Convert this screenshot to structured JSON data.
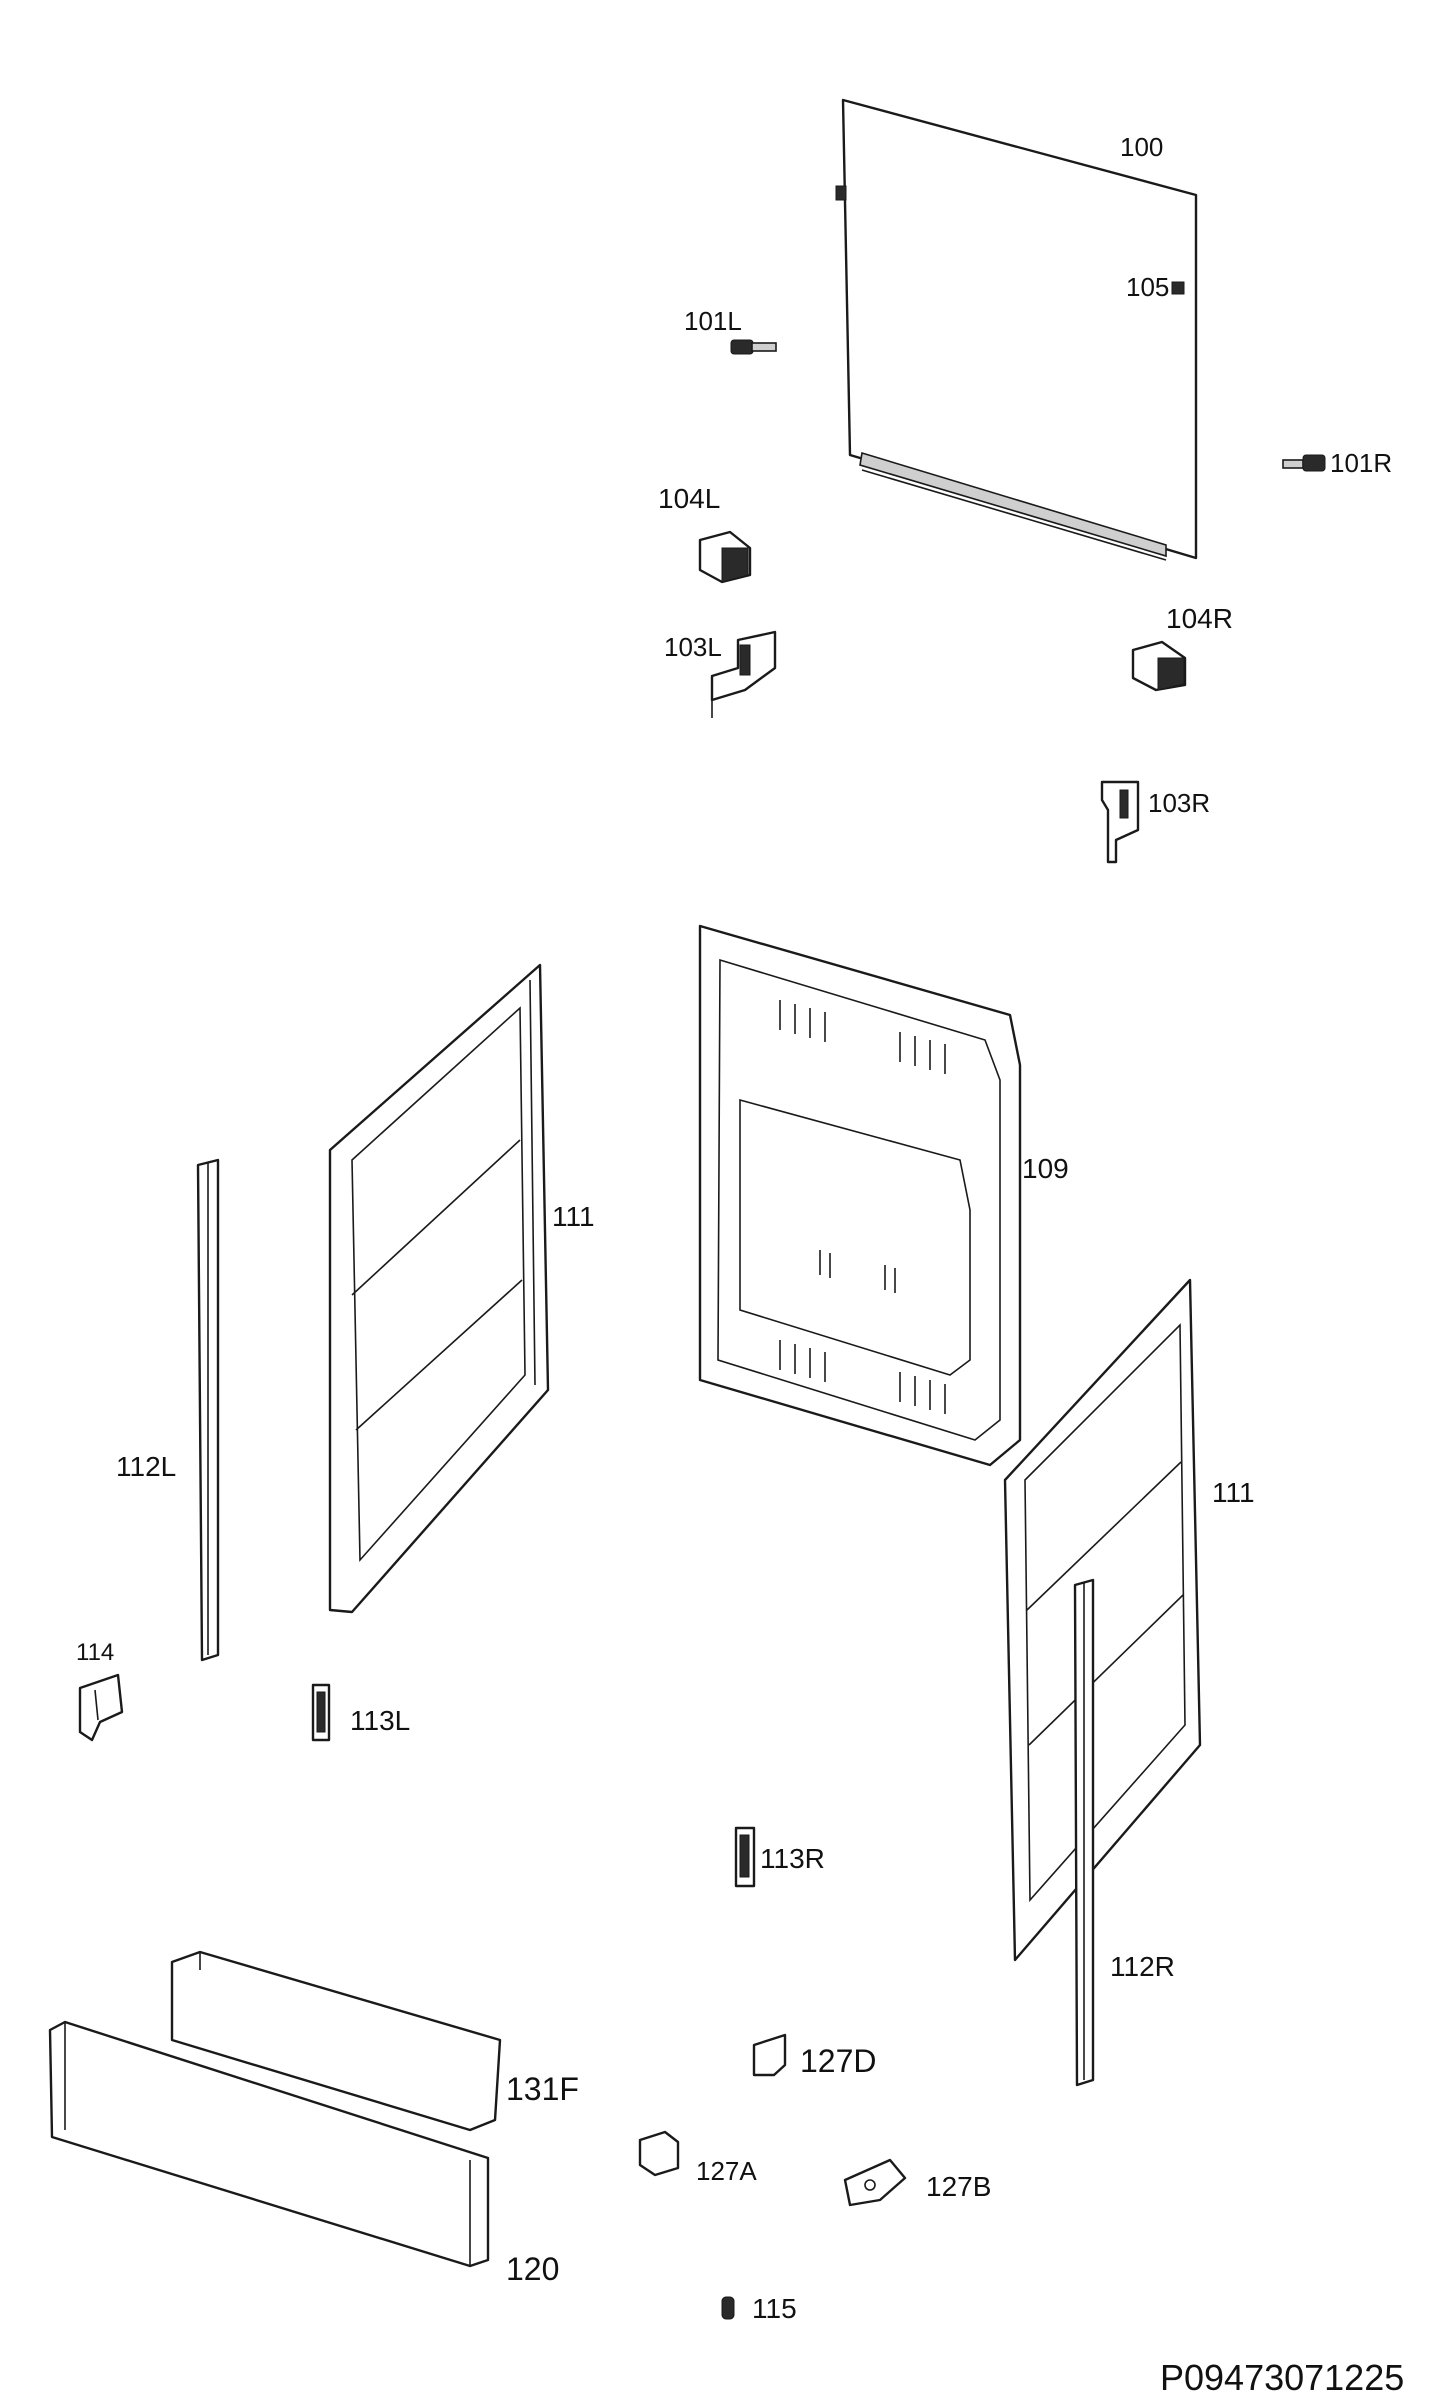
{
  "labels": {
    "p100": "100",
    "p105": "105",
    "p101L": "101L",
    "p101R": "101R",
    "p104L": "104L",
    "p104R": "104R",
    "p103L": "103L",
    "p103R": "103R",
    "p109": "109",
    "p111a": "111",
    "p111b": "111",
    "p112L": "112L",
    "p112R": "112R",
    "p114": "114",
    "p113L": "113L",
    "p113R": "113R",
    "p131F": "131F",
    "p127D": "127D",
    "p127A": "127A",
    "p127B": "127B",
    "p120": "120",
    "p115": "115",
    "footer_code": "P09473071225"
  }
}
